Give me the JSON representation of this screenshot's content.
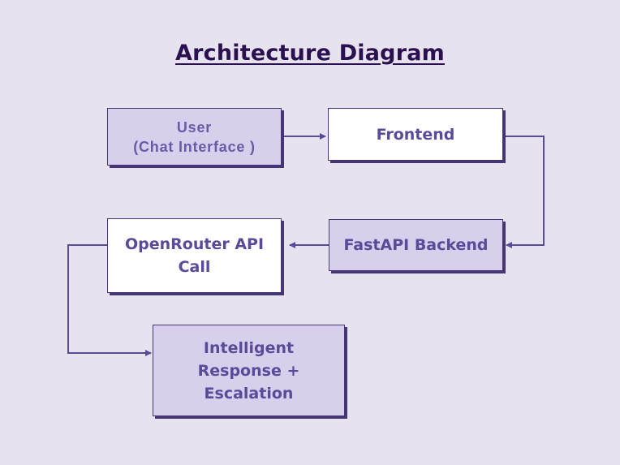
{
  "title": "Architecture Diagram",
  "colors": {
    "background": "#e6e3ee",
    "box_filled": "#d7cfec",
    "box_white": "#ffffff",
    "border": "#453575",
    "text": "#5b4a99",
    "title": "#2a1050",
    "arrow": "#5b4a99"
  },
  "nodes": {
    "user": "User\n(Chat Interface )",
    "frontend": "Frontend",
    "backend": "FastAPI Backend",
    "openrouter": "OpenRouter API\nCall",
    "response": "Intelligent\nResponse +\nEscalation"
  },
  "edges": [
    {
      "from": "user",
      "to": "frontend"
    },
    {
      "from": "frontend",
      "to": "backend"
    },
    {
      "from": "backend",
      "to": "openrouter"
    },
    {
      "from": "openrouter",
      "to": "response"
    }
  ]
}
